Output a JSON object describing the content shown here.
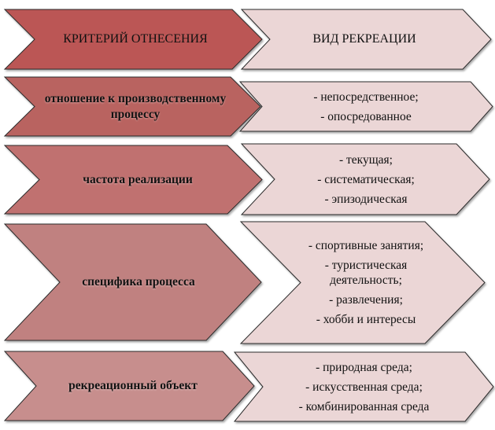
{
  "header": {
    "criterion": "КРИТЕРИЙ ОТНЕСЕНИЯ",
    "kind": "ВИД РЕКРЕАЦИИ"
  },
  "rows": [
    {
      "criterion": "отношение к производственному процессу",
      "kinds": [
        "- непосредственное;",
        "- опосредованное"
      ]
    },
    {
      "criterion": "частота реализации",
      "kinds": [
        "- текущая;",
        "- систематическая;",
        "- эпизодическая"
      ]
    },
    {
      "criterion": "специфика процесса",
      "kinds": [
        "- спортивные занятия;",
        "- туристическая деятельность;",
        "- развлечения;",
        "- хобби и интересы"
      ]
    },
    {
      "criterion": "рекреационный объект",
      "kinds": [
        "- природная среда;",
        "- искусственная среда;",
        "- комбинированная среда"
      ]
    }
  ],
  "colors": {
    "header_left": "#bb5754",
    "row_left": [
      "#b96361",
      "#c0716f",
      "#c08180",
      "#c78e8d"
    ],
    "right_fill": "#ebd6d6",
    "border": "#2a2a2a"
  }
}
